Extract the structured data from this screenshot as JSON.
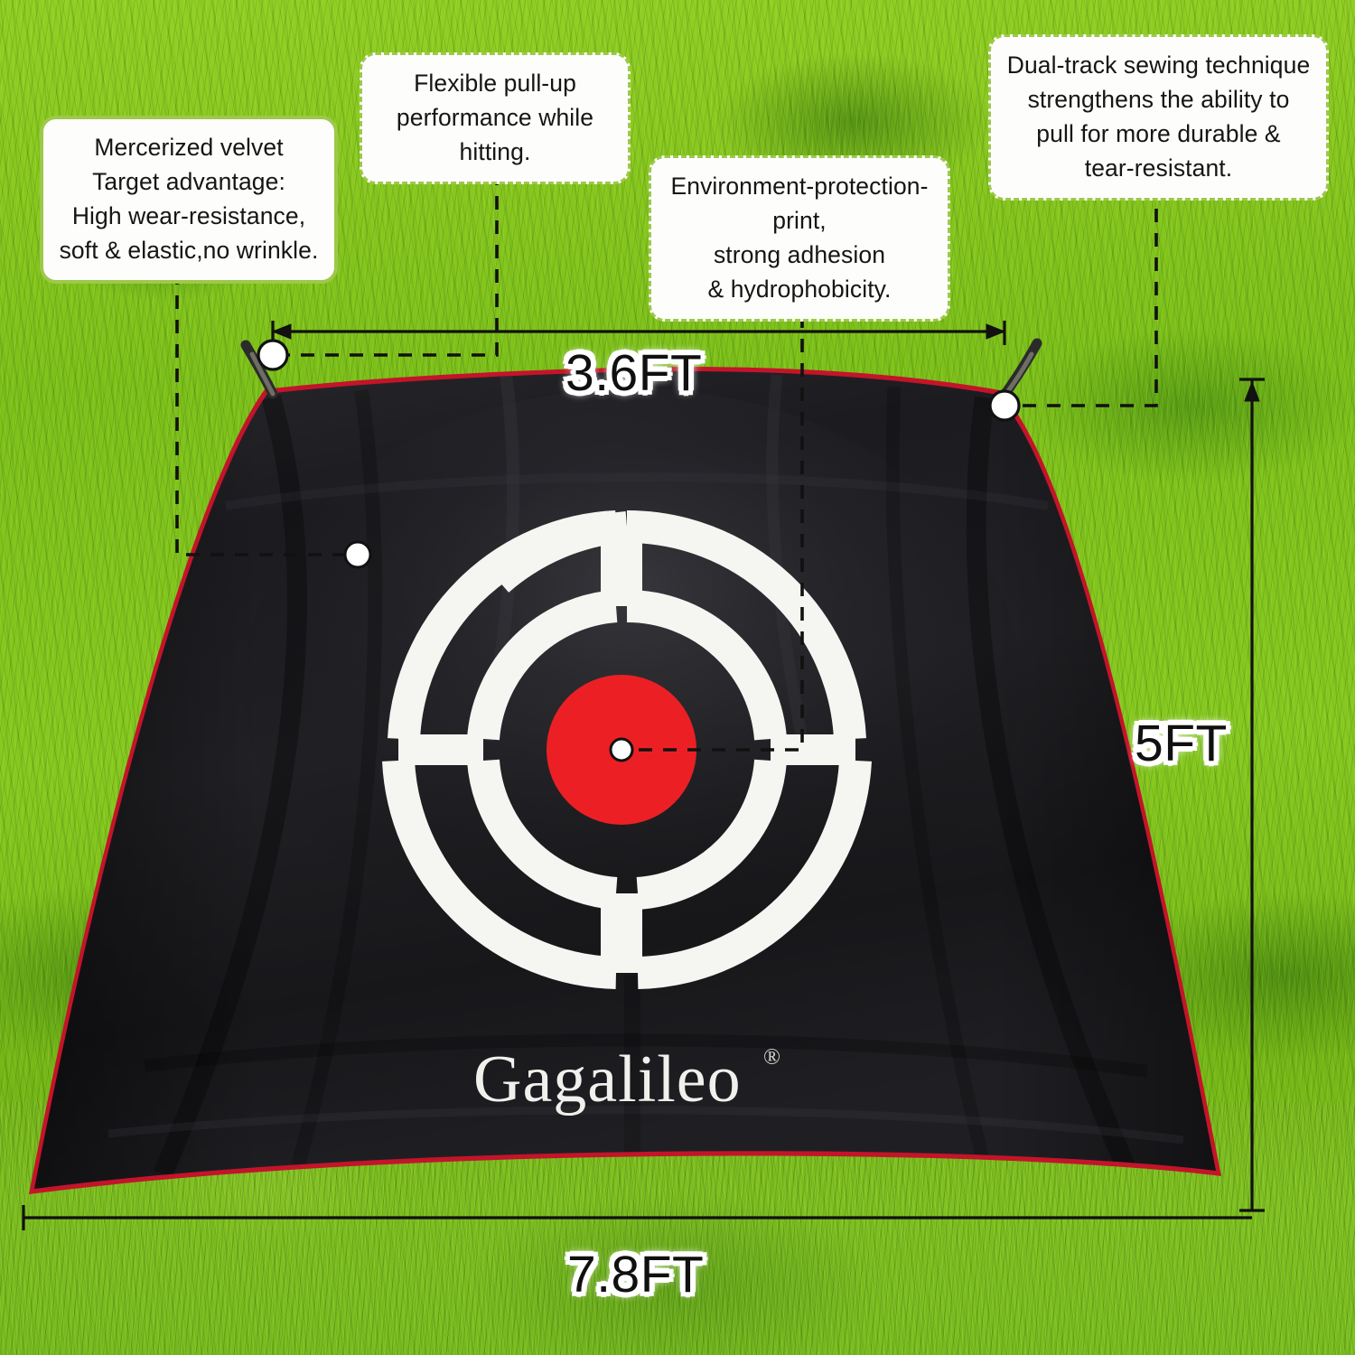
{
  "scene": {
    "background": "grass-field",
    "product": "golf-hitting-net-target-mat"
  },
  "colors": {
    "grass": "#84c71e",
    "mat_black": "#1d1d20",
    "trim_red": "#c4142a",
    "bullseye_red": "#ec2024",
    "ring_white": "#f5f5f2",
    "callout_border_green": "#9ec84b",
    "callout_fill": "#fdfdfb",
    "annotation_black": "#111111",
    "label_halo": "#ffffff"
  },
  "callouts": [
    {
      "id": "velvet",
      "border": "solid",
      "lines": [
        "Mercerized velvet",
        "Target advantage:",
        "High wear-resistance,",
        "soft & elastic,no wrinkle."
      ]
    },
    {
      "id": "pullup",
      "border": "dashed",
      "lines": [
        "Flexible pull-up",
        "performance while hitting."
      ]
    },
    {
      "id": "print",
      "border": "dashed",
      "lines": [
        "Environment-protection-print,",
        "strong adhesion",
        "& hydrophobicity."
      ]
    },
    {
      "id": "sewing",
      "border": "dashed",
      "lines": [
        "Dual-track sewing technique",
        "strengthens the  ability to",
        "pull for more durable &",
        "tear-resistant."
      ]
    }
  ],
  "dimensions": {
    "top_width": "3.6FT",
    "right_height": "5FT",
    "bottom_width": "7.8FT"
  },
  "product_graphics": {
    "brand_logo": "Gagalileo",
    "trademark_symbol": "®",
    "target_rings": 2,
    "center_dot": "red-bullseye"
  },
  "icons": {
    "anchor_dot": "white-anchor-dot-icon",
    "bungee_hook": "bungee-hook-icon",
    "arrow_left": "arrow-left-icon",
    "arrow_right": "arrow-right-icon",
    "arrow_up": "arrow-up-icon"
  }
}
